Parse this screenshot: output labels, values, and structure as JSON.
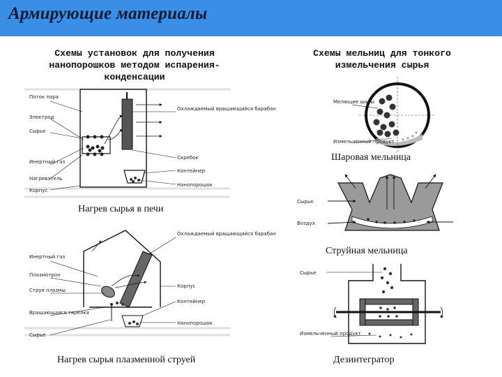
{
  "title": "Армирующие материалы",
  "left_header": "Схемы установок для получения нанопорошков методом испарения-конденсации",
  "right_header": "Схемы мельниц для тонкого измельчения сырья",
  "captions": {
    "furnace": "Нагрев сырья в печи",
    "plasma": "Нагрев сырья плазменной струей",
    "ball_mill": "Шаровая мельница",
    "jet_mill": "Струйная мельница",
    "disintegrator": "Дезинтегратор"
  },
  "labels": {
    "furnace": [
      "Поток пара",
      "Электрод",
      "Сырье",
      "Инертный газ",
      "Нагреватель",
      "Корпус",
      "Охлаждаемый вращающийся барабан",
      "Скребок",
      "Контейнер",
      "Нанопорошок"
    ],
    "plasma": [
      "Инертный газ",
      "Плазмотрон",
      "Струя плазмы",
      "Вращающаяся тарелка",
      "Сырье",
      "Охлаждаемый вращающийся барабан",
      "Корпус",
      "Контейнер",
      "Нанопорошок"
    ],
    "ball_mill": [
      "Мелющие шары",
      "Измельченный продукт"
    ],
    "jet_mill": [
      "Сырье",
      "Воздух"
    ],
    "disintegrator": [
      "Сырье",
      "Измельченный продукт"
    ]
  },
  "colors": {
    "titlebar": "#3a8ee6",
    "title_text": "#0a1a33",
    "jet_gray": "#9a9a9a"
  }
}
